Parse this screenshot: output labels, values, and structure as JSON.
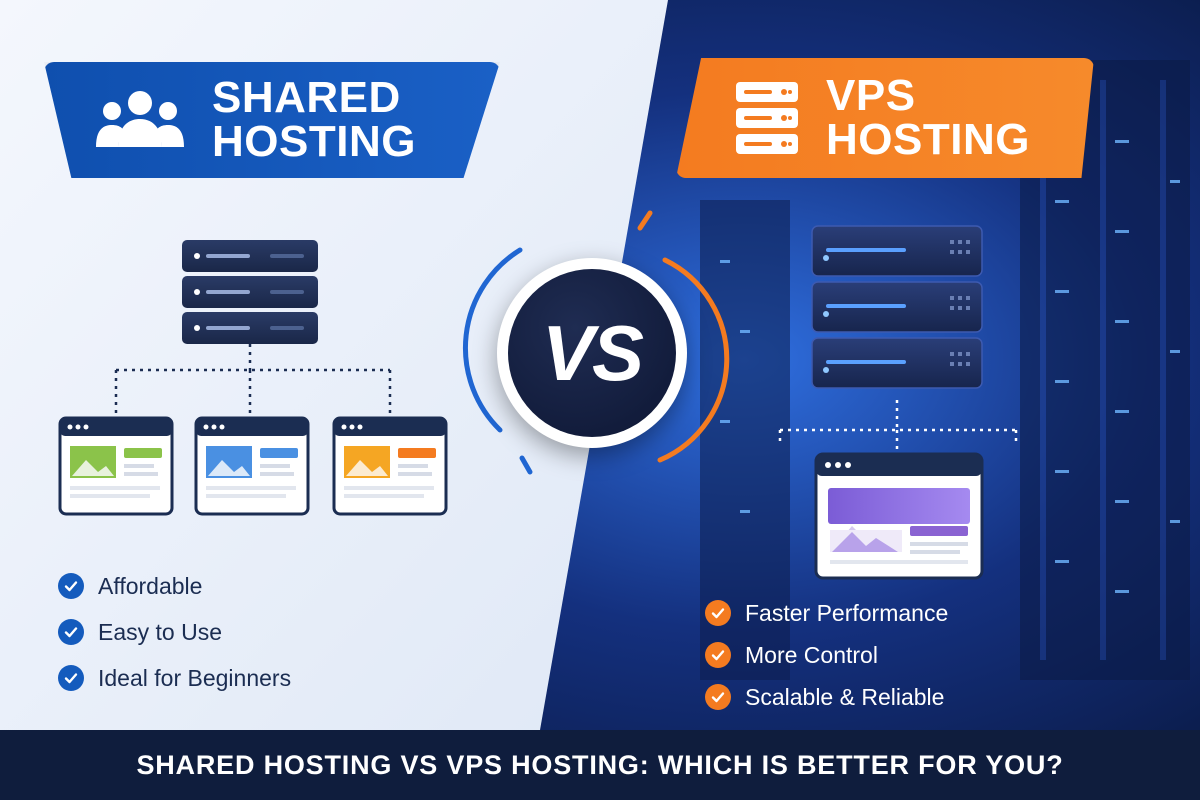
{
  "shared": {
    "title_line1": "SHARED",
    "title_line2": "HOSTING",
    "icon": "users-group-icon",
    "features": [
      "Affordable",
      "Easy to Use",
      "Ideal for Beginners"
    ],
    "color": "#145bbd"
  },
  "vs": {
    "label": "VS"
  },
  "vps": {
    "title_line1": "VPS",
    "title_line2": "HOSTING",
    "icon": "server-stack-icon",
    "features": [
      "Faster Performance",
      "More Control",
      "Scalable & Reliable"
    ],
    "color": "#f47b20"
  },
  "footer": {
    "headline": "SHARED HOSTING VS VPS HOSTING: WHICH IS BETTER FOR YOU?"
  },
  "colors": {
    "navy": "#0f1d3d",
    "green_site": "#8bc34a",
    "blue_site": "#4a90e2",
    "orange_site": "#f5a623",
    "purple_site": "#8a63d2"
  }
}
